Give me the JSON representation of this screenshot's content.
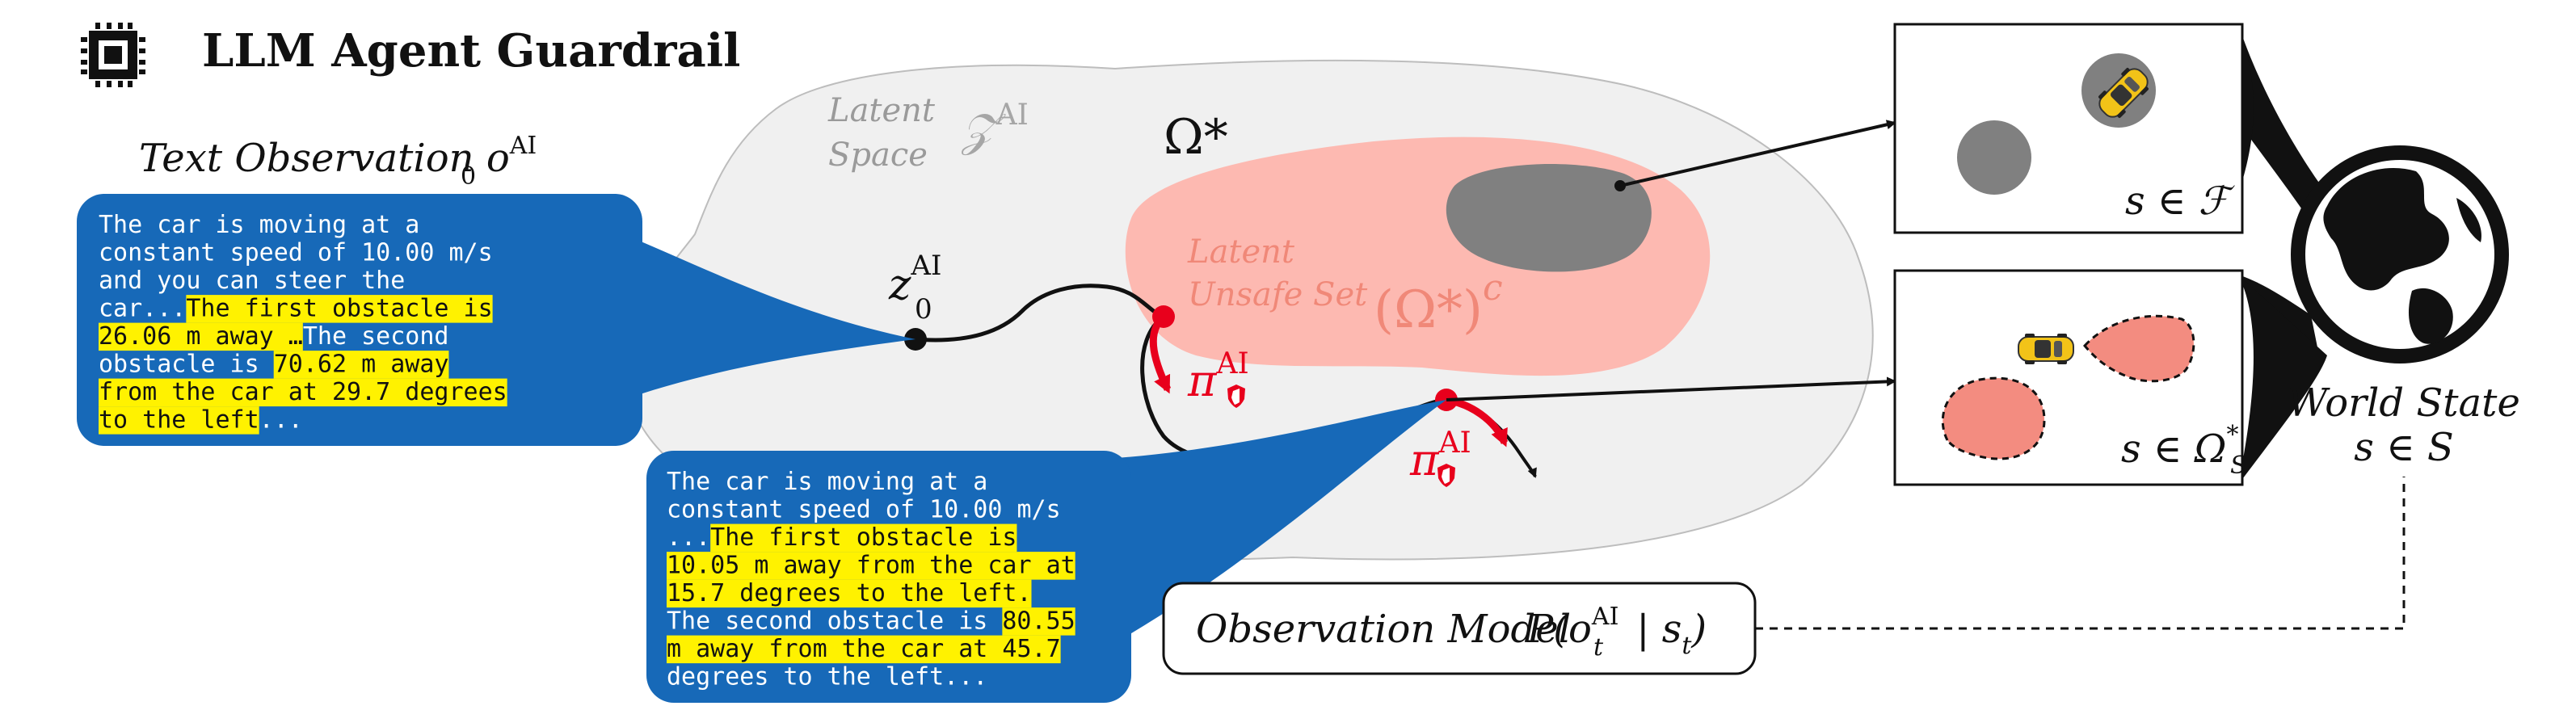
{
  "header": {
    "title": "LLM Agent Guardrail",
    "icon": "chip-icon"
  },
  "latent": {
    "label_line1": "Latent",
    "label_line2": "Space",
    "symbol": "𝒵",
    "symbol_sup": "AI",
    "omega_star": "Ω*",
    "unsafe_line1": "Latent",
    "unsafe_line2": "Unsafe Set",
    "unsafe_symbol": "(Ω*)",
    "unsafe_sup": "c",
    "z0": "z",
    "z0_sup": "AI",
    "z0_sub": "0",
    "pi_upper": "π",
    "pi_upper_sup": "AI",
    "pi_lower": "π",
    "pi_lower_sup": "AI"
  },
  "text_observation": {
    "title": "Text Observation o",
    "title_sup": "AI",
    "title_sub": "0"
  },
  "bubble_top": {
    "lines": [
      [
        {
          "t": "The car is moving at a",
          "h": false
        }
      ],
      [
        {
          "t": "constant speed of 10.00 m/s",
          "h": false
        }
      ],
      [
        {
          "t": "and you can steer the",
          "h": false
        }
      ],
      [
        {
          "t": "car...",
          "h": false
        },
        {
          "t": "The first obstacle is",
          "h": true
        }
      ],
      [
        {
          "t": "26.06 m away …",
          "h": true
        },
        {
          "t": "The second",
          "h": false
        }
      ],
      [
        {
          "t": "obstacle is ",
          "h": false
        },
        {
          "t": "70.62 m away",
          "h": true
        }
      ],
      [
        {
          "t": "from the car at 29.7 degrees",
          "h": true
        }
      ],
      [
        {
          "t": "to the left",
          "h": true
        },
        {
          "t": "...",
          "h": false
        }
      ]
    ]
  },
  "bubble_bottom": {
    "lines": [
      [
        {
          "t": "The car is moving at a",
          "h": false
        }
      ],
      [
        {
          "t": "constant speed of 10.00 m/s",
          "h": false
        }
      ],
      [
        {
          "t": "...",
          "h": false
        },
        {
          "t": "The first obstacle is",
          "h": true
        }
      ],
      [
        {
          "t": "10.05 m away from the car at",
          "h": true
        }
      ],
      [
        {
          "t": "15.7 degrees to the left.",
          "h": true
        }
      ],
      [
        {
          "t": "The second obstacle is ",
          "h": false
        },
        {
          "t": "80.55",
          "h": true
        }
      ],
      [
        {
          "t": "m away from the car at 45.7",
          "h": true
        }
      ],
      [
        {
          "t": "degrees to the left...",
          "h": false
        }
      ]
    ]
  },
  "world": {
    "failure_label": "s ∈ ℱ",
    "safe_label": "s ∈ Ω",
    "safe_sup": "*",
    "safe_sub": "S",
    "title_line1": "World State",
    "title_line2": "s ∈ S"
  },
  "observation_model": {
    "label": "Observation Model",
    "formula_prefix": "P(o",
    "formula_sup": "AI",
    "formula_sub": "t",
    "formula_suffix": " | s",
    "formula_sub2": "t",
    "formula_close": ")"
  },
  "colors": {
    "bubble_blue": "#1769b8",
    "highlight": "#fff200",
    "latent_gray": "#f0f0f0",
    "unsafe_pink": "#fdb9b1",
    "unsafe_text": "#f08878",
    "obstacle_gray": "#808080",
    "red": "#e8001c",
    "car_yellow": "#f2c318"
  },
  "icons": [
    "chip-icon",
    "globe-icon",
    "car-icon",
    "shield-icon"
  ]
}
